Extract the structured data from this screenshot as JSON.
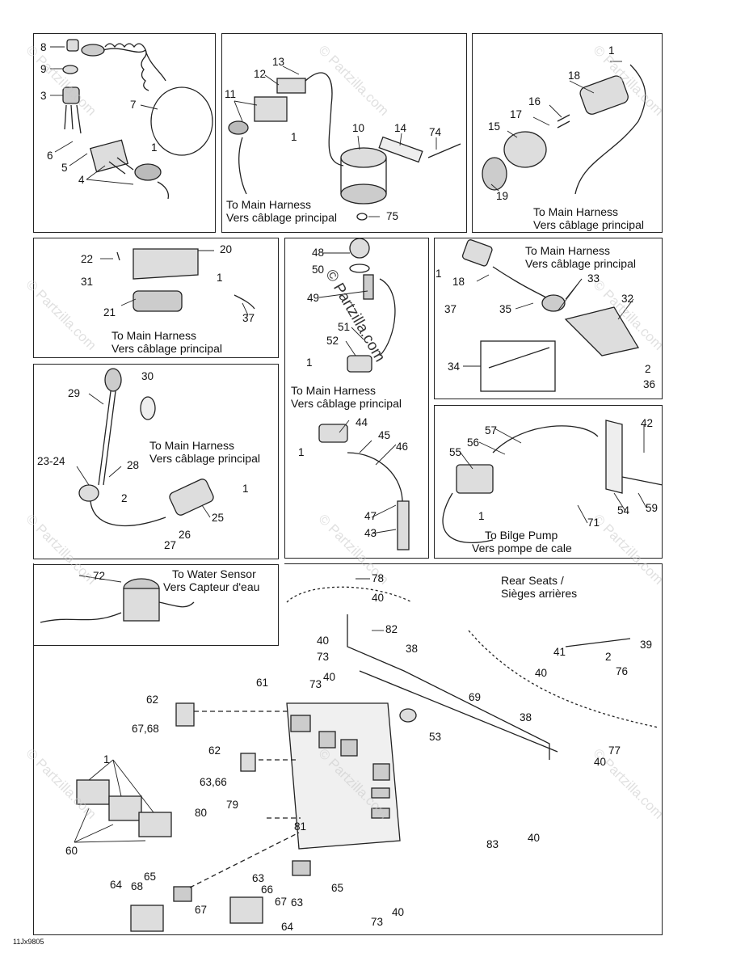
{
  "watermark": "© Partzilla.com",
  "diagram_code": "11Jx9805",
  "captions": {
    "p2_main": "To Main Harness",
    "p2_vers": "Vers câblage principal",
    "p3_main": "To Main Harness",
    "p3_vers": "Vers câblage principal",
    "p4_main": "To Main Harness",
    "p4_vers": "Vers câblage principal",
    "p5_main": "To Main Harness",
    "p5_vers": "Vers câblage principal",
    "p6_main": "To Main Harness",
    "p6_vers": "Vers câblage principal",
    "p7_main": "To Main Harness",
    "p7_vers": "Vers câblage principal",
    "bilge": "To Bilge Pump",
    "bilge_fr": "Vers pompe de cale",
    "water": "To Water Sensor",
    "water_fr": "Vers Capteur d'eau",
    "seats": "Rear Seats /",
    "seats_fr": "Sièges arrières"
  },
  "labels": {
    "l8": "8",
    "l9": "9",
    "l3": "3",
    "l7": "7",
    "l6": "6",
    "l5": "5",
    "l4": "4",
    "l1a": "1",
    "l13": "13",
    "l12": "12",
    "l11": "11",
    "l1b": "1",
    "l10": "10",
    "l14": "14",
    "l74": "74",
    "l75": "75",
    "l1c": "1",
    "l18a": "18",
    "l16": "16",
    "l17": "17",
    "l15": "15",
    "l19": "19",
    "l22": "22",
    "l20": "20",
    "l31": "31",
    "l1d": "1",
    "l21": "21",
    "l37a": "37",
    "l48": "48",
    "l50": "50",
    "l49": "49",
    "l51": "51",
    "l52": "52",
    "l1e": "1",
    "l1f": "1",
    "l18b": "18",
    "l33": "33",
    "l35": "35",
    "l37b": "37",
    "l32": "32",
    "l34": "34",
    "l2a": "2",
    "l36": "36",
    "l30": "30",
    "l29": "29",
    "l2324": "23-24",
    "l28": "28",
    "l2b": "2",
    "l1g": "1",
    "l25": "25",
    "l26": "26",
    "l27": "27",
    "l44": "44",
    "l1h": "1",
    "l45": "45",
    "l46": "46",
    "l47": "47",
    "l43": "43",
    "l57": "57",
    "l42": "42",
    "l56": "56",
    "l55": "55",
    "l1i": "1",
    "l71": "71",
    "l54": "54",
    "l59": "59",
    "l72": "72",
    "l78": "78",
    "l40a": "40",
    "l82": "82",
    "l40b": "40",
    "l73a": "73",
    "l38a": "38",
    "l41": "41",
    "l40c": "40",
    "l39": "39",
    "l2c": "2",
    "l76": "76",
    "l61": "61",
    "l40d": "40",
    "l73b": "73",
    "l62a": "62",
    "l6768": "67,68",
    "l69": "69",
    "l53": "53",
    "l38b": "38",
    "l77": "77",
    "l40e": "40",
    "l62b": "62",
    "l6366": "63,66",
    "l1j": "1",
    "l80": "80",
    "l79": "79",
    "l81": "81",
    "l60": "60",
    "l40f": "40",
    "l83": "83",
    "l65a": "65",
    "l64a": "64",
    "l68": "68",
    "l67a": "67",
    "l63a": "63",
    "l66": "66",
    "l67b": "67",
    "l63b": "63",
    "l65b": "65",
    "l64b": "64",
    "l73c": "73",
    "l40g": "40"
  }
}
